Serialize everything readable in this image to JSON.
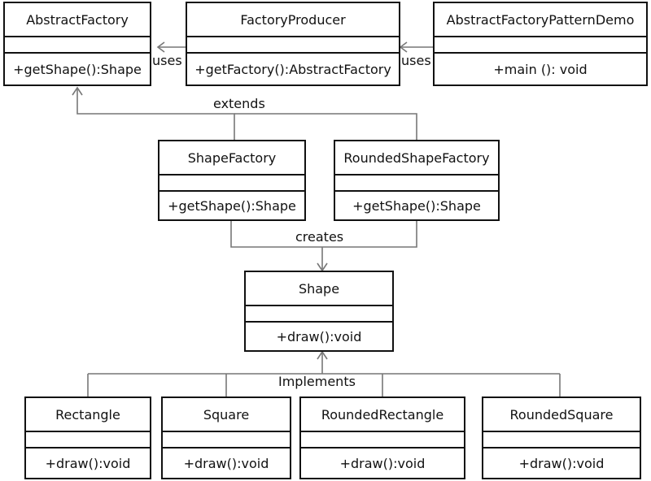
{
  "classes": {
    "abstract_factory": {
      "name": "AbstractFactory",
      "method": "+getShape():Shape"
    },
    "factory_producer": {
      "name": "FactoryProducer",
      "method": "+getFactory():AbstractFactory"
    },
    "demo": {
      "name": "AbstractFactoryPatternDemo",
      "method": "+main (): void"
    },
    "shape_factory": {
      "name": "ShapeFactory",
      "method": "+getShape():Shape"
    },
    "rounded_shape_factory": {
      "name": "RoundedShapeFactory",
      "method": "+getShape():Shape"
    },
    "shape": {
      "name": "Shape",
      "method": "+draw():void"
    },
    "rectangle": {
      "name": "Rectangle",
      "method": "+draw():void"
    },
    "square": {
      "name": "Square",
      "method": "+draw():void"
    },
    "rounded_rectangle": {
      "name": "RoundedRectangle",
      "method": "+draw():void"
    },
    "rounded_square": {
      "name": "RoundedSquare",
      "method": "+draw():void"
    }
  },
  "relations": {
    "uses_1": "uses",
    "uses_2": "uses",
    "extends": "extends",
    "creates": "creates",
    "implements": "Implements"
  }
}
